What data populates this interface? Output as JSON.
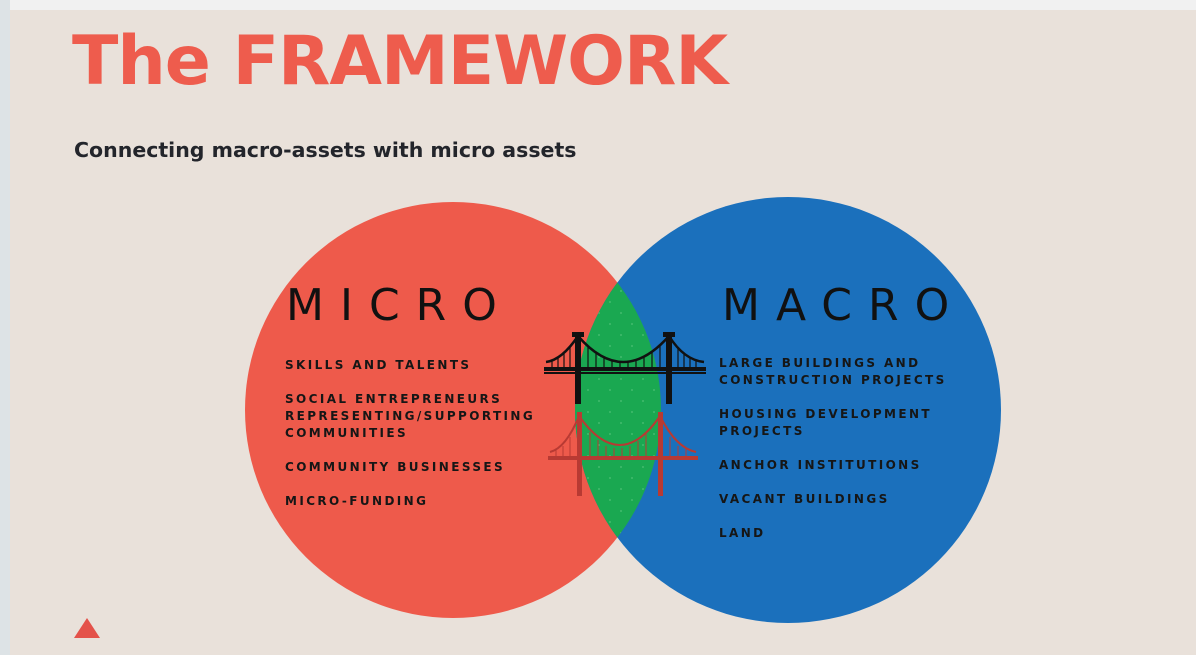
{
  "slide": {
    "title": "The FRAMEWORK",
    "subtitle": "Connecting macro-assets with micro assets"
  },
  "colors": {
    "background": "#e9e1da",
    "title": "#ee5c4d",
    "micro_circle": "#ee5a4b",
    "macro_circle": "#1b70bc",
    "overlap": "#1aa851",
    "bridge_top": "#111111",
    "bridge_bottom": "#b83a33",
    "logo": "#e4524a"
  },
  "venn": {
    "micro": {
      "label": "MICRO",
      "items": [
        "SKILLS AND TALENTS",
        "SOCIAL ENTREPRENEURS\nREPRESENTING/SUPPORTING\nCOMMUNITIES",
        "COMMUNITY BUSINESSES",
        "MICRO-FUNDING"
      ]
    },
    "macro": {
      "label": "MACRO",
      "items": [
        "LARGE BUILDINGS AND\nCONSTRUCTION PROJECTS",
        "HOUSING DEVELOPMENT\nPROJECTS",
        "ANCHOR INSTITUTIONS",
        "VACANT BUILDINGS",
        "LAND"
      ]
    },
    "overlap_icons": [
      "bridge-icon",
      "bridge-icon"
    ]
  },
  "footer": {
    "logo_icon": "triangle-icon"
  }
}
